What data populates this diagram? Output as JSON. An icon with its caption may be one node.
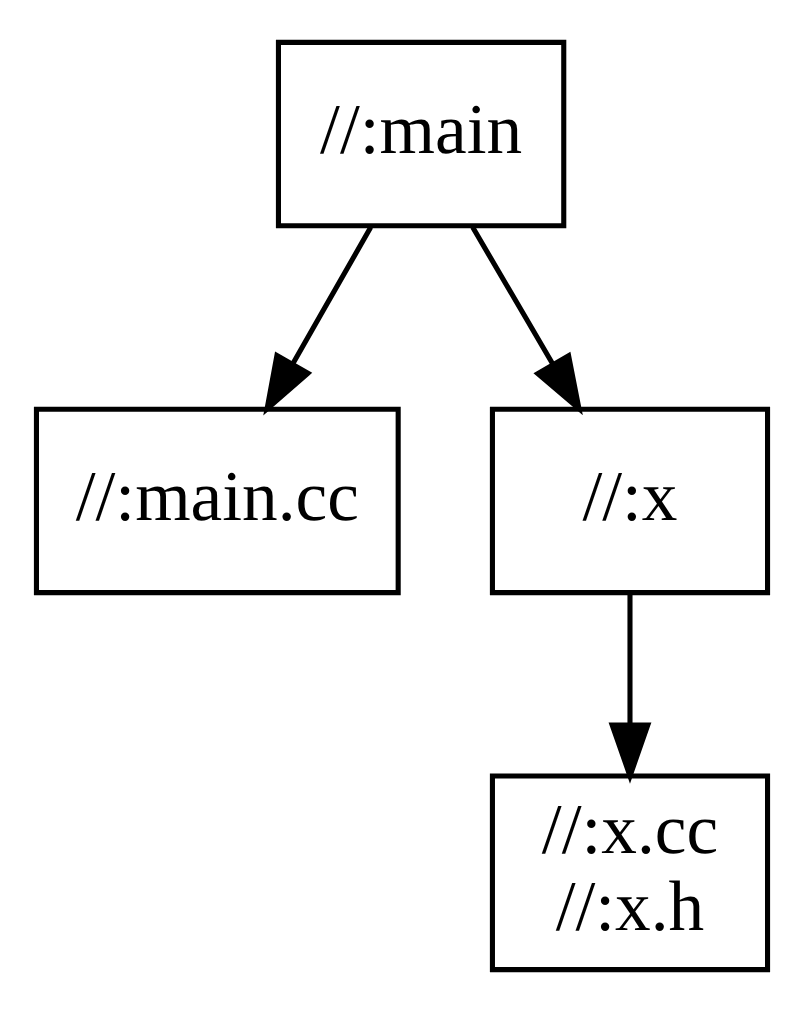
{
  "diagram": {
    "nodes": [
      {
        "text": [
          "//:main"
        ]
      },
      {
        "text": [
          "//:main.cc"
        ]
      },
      {
        "text": [
          "//:x"
        ]
      },
      {
        "text": [
          "//:x.cc",
          "//:x.h"
        ]
      }
    ],
    "edges": [
      {
        "from": 0,
        "to": 1,
        "arrow": "to"
      },
      {
        "from": 0,
        "to": 2,
        "arrow": "to"
      },
      {
        "from": 2,
        "to": 3,
        "arrow": "to"
      }
    ]
  }
}
